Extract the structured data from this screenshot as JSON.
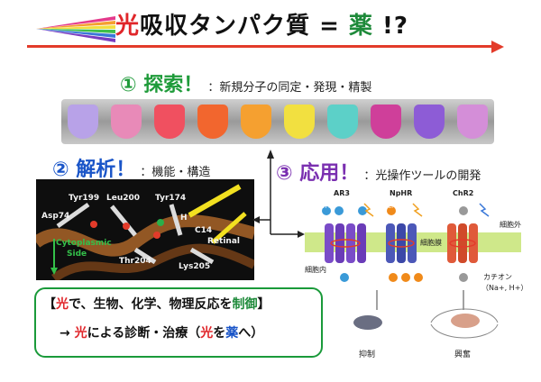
{
  "title": {
    "light_char": "光",
    "middle": "吸収タンパク質 = ",
    "drug_char": "薬",
    "end": " !?"
  },
  "section1": {
    "heading": "① 探索！",
    "subtitle": "：新規分子の同定・発現・精製",
    "tube_colors": [
      "#b8a2e8",
      "#e88ab8",
      "#f05060",
      "#f2662e",
      "#f5a030",
      "#f2e040",
      "#5cd0c8",
      "#cf3f9a",
      "#8d5cd6",
      "#d48ed8"
    ]
  },
  "section2": {
    "heading": "② 解析！",
    "subtitle": "：機能・構造",
    "labels": {
      "tyr199": "Tyr199",
      "leu200": "Leu200",
      "tyr174": "Tyr174",
      "asp74": "Asp74",
      "h": "H",
      "c14": "C14",
      "retinal": "Retinal",
      "cytoplasmic": "Cytoplasmic",
      "side": "Side",
      "thr204": "Thr204",
      "lys205": "Lys205"
    }
  },
  "section3": {
    "heading": "③ 応用！",
    "subtitle": "：光操作ツールの開発",
    "diagram": {
      "ar3": "AR3",
      "nphr": "NpHR",
      "chr2": "ChR2",
      "extracellular": "細胞外",
      "membrane": "細胞膜",
      "intracellular": "細胞内",
      "hplus": "H+",
      "clminus": "Cl-",
      "cation": "カチオン",
      "cation_ions": "（Na+, H+）",
      "inhibition": "抑制",
      "excitation": "興奮"
    }
  },
  "summary": {
    "line1": {
      "bracket_open": "【",
      "light": "光",
      "mid": "で、生物、化学、物理反応を",
      "control": "制御",
      "bracket_close": "】"
    },
    "line2": {
      "arrow": "→ ",
      "light1": "光",
      "mid": "による診断・治療（",
      "light2": "光",
      "wo": "を",
      "drug": "薬",
      "end": "へ）"
    }
  },
  "colors": {
    "red": "#e0262a",
    "green": "#1f9b3a",
    "blue": "#1a55c8",
    "purple": "#7a2fb0"
  }
}
